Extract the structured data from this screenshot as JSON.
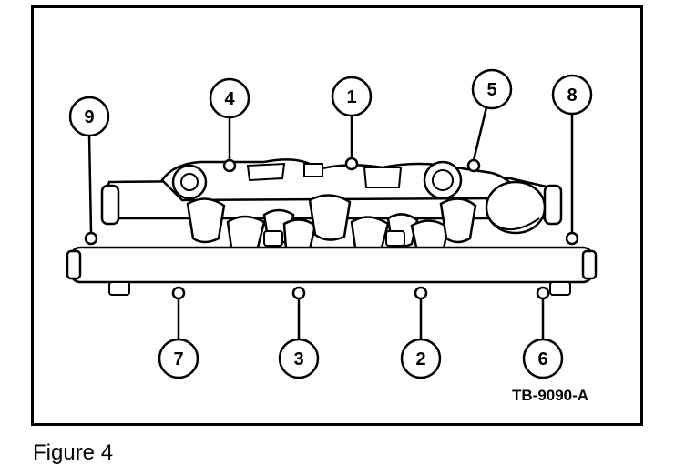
{
  "reference_code": "TB-9090-A",
  "caption": "Figure 4",
  "bolt_callouts": [
    "1",
    "2",
    "3",
    "4",
    "5",
    "6",
    "7",
    "8",
    "9"
  ],
  "colors": {
    "ink": "#000000",
    "paper": "#ffffff"
  }
}
